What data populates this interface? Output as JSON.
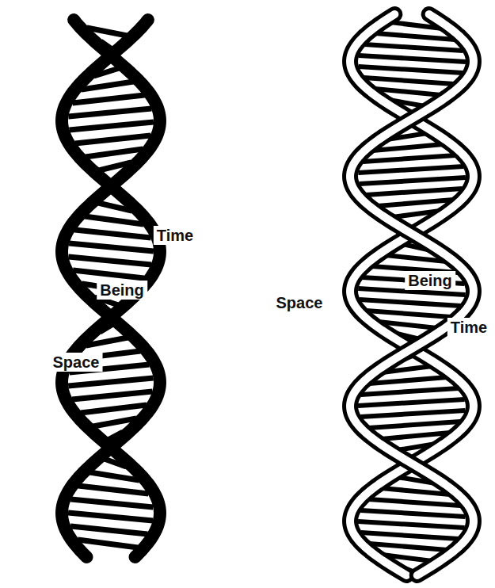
{
  "diagram": {
    "labels": [
      "Time",
      "Being",
      "Space",
      "Being",
      "Space",
      "Time"
    ]
  }
}
